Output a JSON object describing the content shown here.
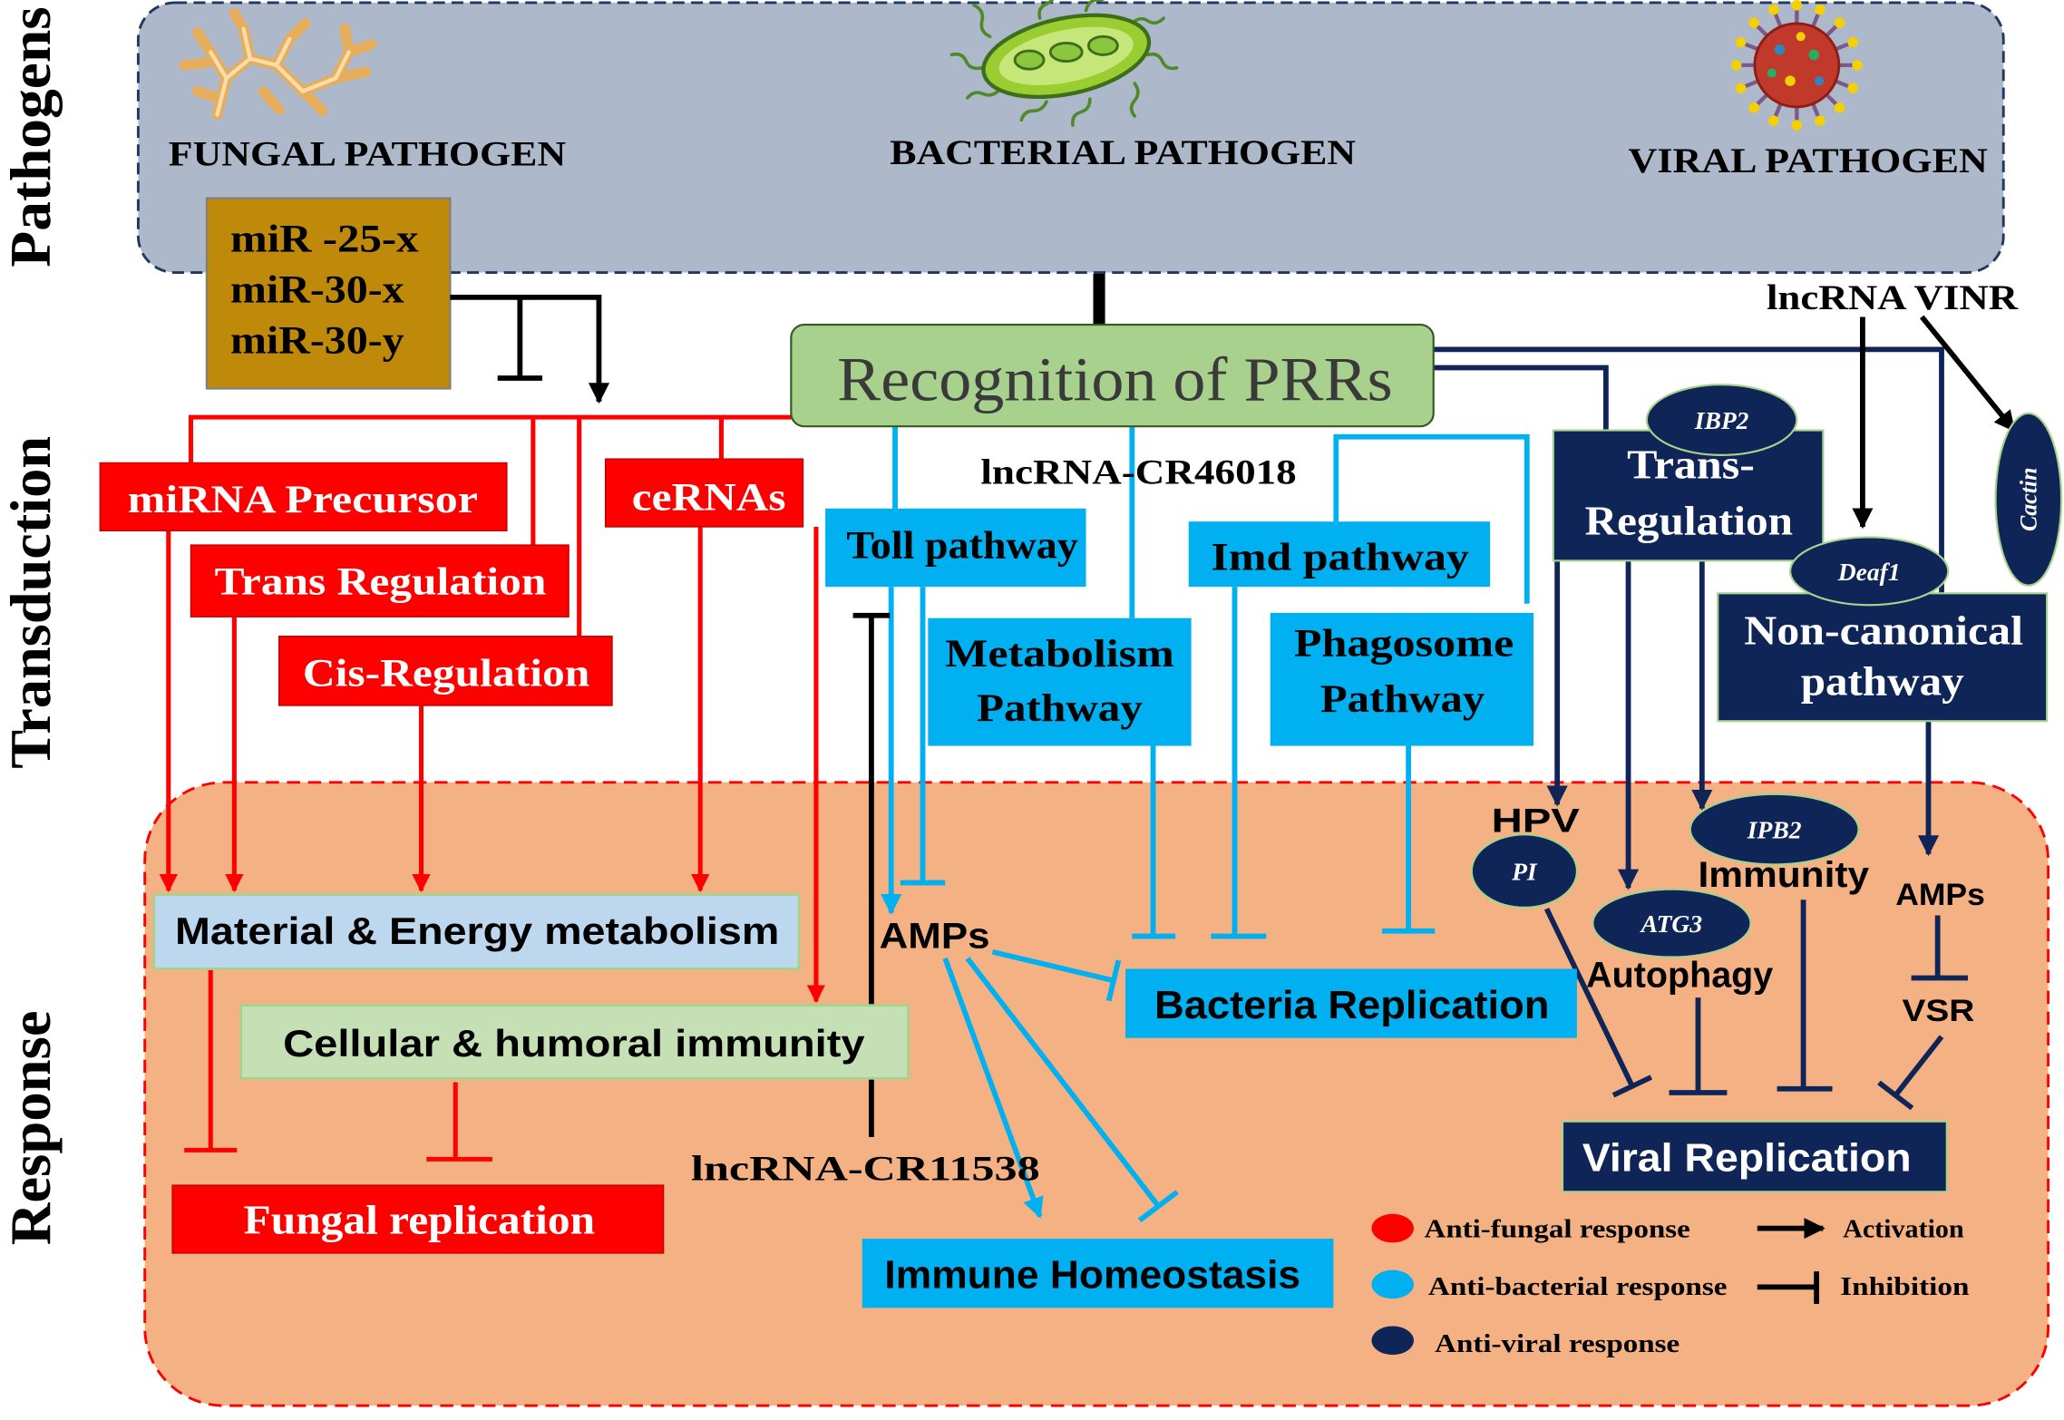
{
  "sections": {
    "pathogens": "Pathogens",
    "transduction": "Transduction",
    "response": "Response"
  },
  "pathogens": {
    "fungal": "FUNGAL PATHOGEN",
    "bacterial": "BACTERIAL PATHOGEN",
    "viral": "VIRAL PATHOGEN"
  },
  "mirnas": [
    "miR -25-x",
    "miR-30-x",
    "miR-30-y"
  ],
  "recognition": "Recognition of PRRs",
  "fungal": {
    "mirna_precursor": "miRNA Precursor",
    "cernas": "ceRNAs",
    "trans_regulation": "Trans Regulation",
    "cis_regulation": "Cis-Regulation",
    "material_energy": "Material & Energy metabolism",
    "cellular_humoral": "Cellular & humoral immunity",
    "replication": "Fungal replication"
  },
  "bacterial": {
    "lncrna_cr46018": "lncRNA-CR46018",
    "toll": "Toll pathway",
    "metabolism": [
      "Metabolism",
      "Pathway"
    ],
    "imd": "Imd pathway",
    "phagosome": [
      "Phagosome",
      "Pathway"
    ],
    "amps": "AMPs",
    "lncrna_cr11538": "lncRNA-CR11538",
    "replication": "Bacteria Replication",
    "homeostasis": "Immune Homeostasis"
  },
  "viral": {
    "lncrna_vinr": "lncRNA VINR",
    "ibp2": "IBP2",
    "trans_regulation": [
      "Trans-",
      "Regulation"
    ],
    "deaf1": "Deaf1",
    "cactin": "Cactin",
    "noncanonical": [
      "Non-canonical",
      "pathway"
    ],
    "hpv": "HPV",
    "pi": "PI",
    "atg3": "ATG3",
    "autophagy": "Autophagy",
    "ipb2": "IPB2",
    "immunity": "Immunity",
    "amps": "AMPs",
    "vsr": "VSR",
    "replication": "Viral Replication"
  },
  "legend": {
    "anti_fungal": "Anti-fungal response",
    "anti_bacterial": "Anti-bacterial response",
    "anti_viral": "Anti-viral response",
    "activation": "Activation",
    "inhibition": "Inhibition"
  },
  "colors": {
    "fungal": "#ff0000",
    "bacterial": "#00b0f0",
    "viral": "#0f2557",
    "pathogen_panel": "#adb9ca",
    "response_panel": "#f4b183",
    "recognition": "#a9d18e",
    "mirna_box": "#bf8a0a"
  },
  "icons": [
    "fungal-pathogen-icon",
    "bacterial-pathogen-icon",
    "viral-pathogen-icon"
  ]
}
